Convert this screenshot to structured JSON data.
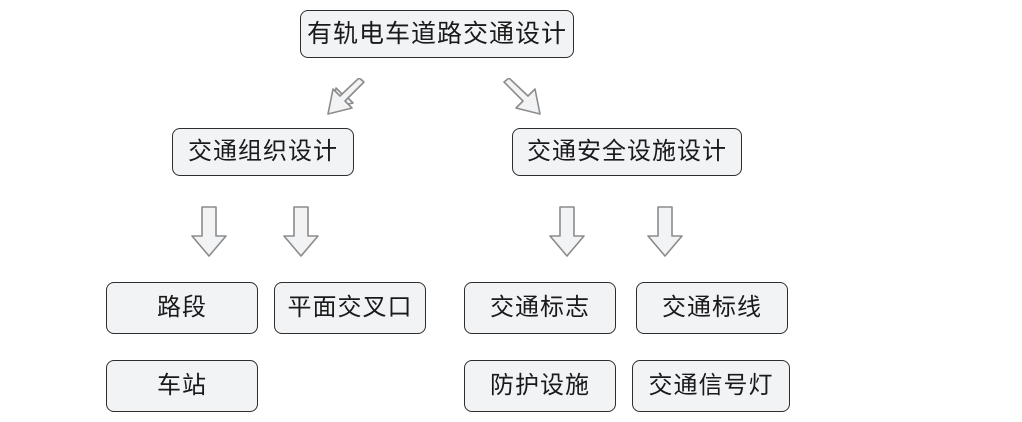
{
  "diagram": {
    "title_node": {
      "label": "有轨电车道路交通设计"
    },
    "level2": [
      {
        "label": "交通组织设计"
      },
      {
        "label": "交通安全设施设计"
      }
    ],
    "leaves": [
      {
        "label": "路段"
      },
      {
        "label": "平面交叉口"
      },
      {
        "label": "交通标志"
      },
      {
        "label": "交通标线"
      },
      {
        "label": "车站"
      },
      {
        "label": "防护设施"
      },
      {
        "label": "交通信号灯"
      }
    ],
    "arrows": {
      "diagonal_left": "diagonal-down-left-arrow",
      "diagonal_right": "diagonal-down-right-arrow",
      "down": "down-arrow"
    },
    "colors": {
      "node_fill": "#f2f3f5",
      "node_border": "#2e2e2e",
      "arrow_fill": "#f2f3f5",
      "arrow_border": "#8c8c8c",
      "text": "#1a1a1a",
      "background": "#ffffff"
    }
  }
}
